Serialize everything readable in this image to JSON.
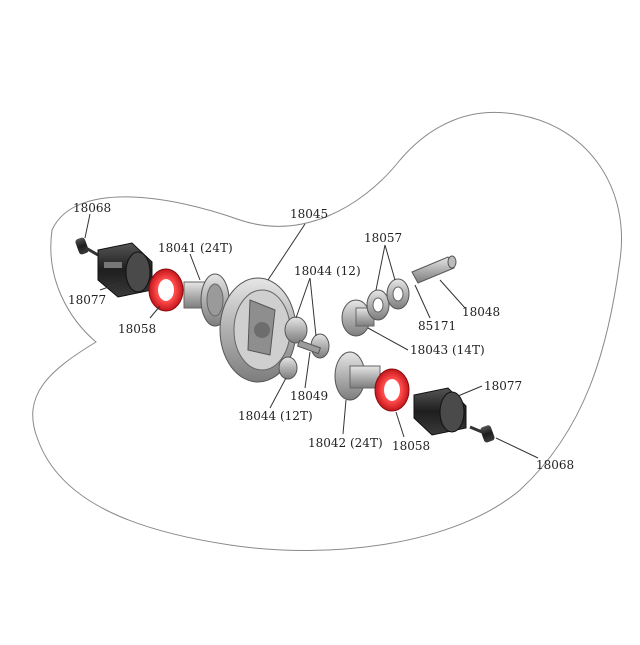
{
  "parts": [
    {
      "id": "p1",
      "number": "18068"
    },
    {
      "id": "p2",
      "number": "18077"
    },
    {
      "id": "p3",
      "number": "18041 (24T)"
    },
    {
      "id": "p4",
      "number": "18058"
    },
    {
      "id": "p5",
      "number": "18045"
    },
    {
      "id": "p6",
      "number": "18044 (12)"
    },
    {
      "id": "p7",
      "number": "18057"
    },
    {
      "id": "p8",
      "number": "85171"
    },
    {
      "id": "p9",
      "number": "18048"
    },
    {
      "id": "p10",
      "number": "18043 (14T)"
    },
    {
      "id": "p11",
      "number": "18049"
    },
    {
      "id": "p12",
      "number": "18044 (12T)"
    },
    {
      "id": "p13",
      "number": "18042 (24T)"
    },
    {
      "id": "p14",
      "number": "18058"
    },
    {
      "id": "p15",
      "number": "18077"
    },
    {
      "id": "p16",
      "number": "18068"
    }
  ],
  "colors": {
    "seal_ring": "#e8262a",
    "outline": "#555555",
    "metal": "#b9b9b9",
    "dark_part": "#2a2a2a"
  }
}
